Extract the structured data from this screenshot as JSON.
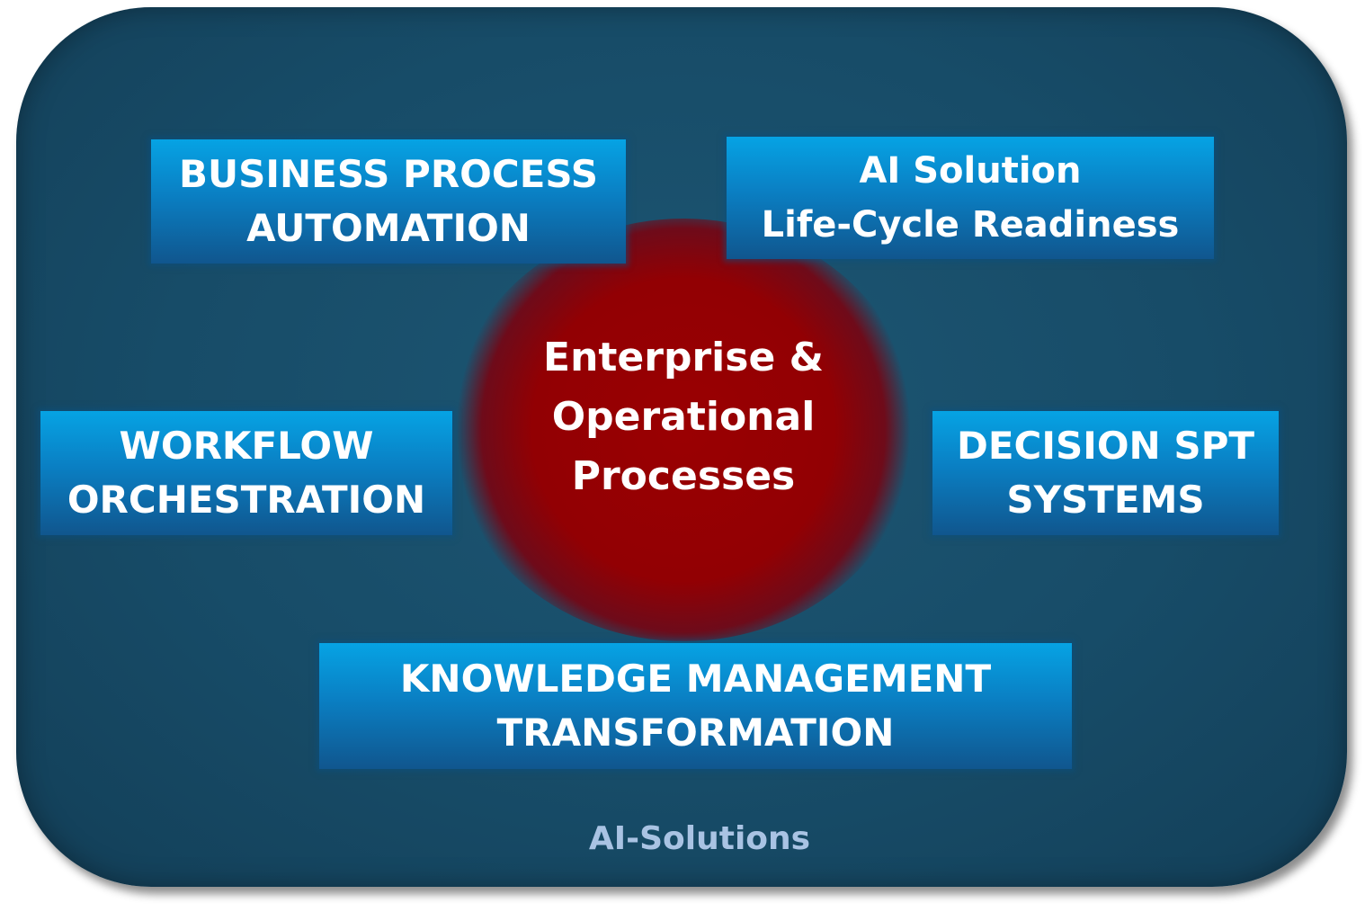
{
  "diagram": {
    "center": "Enterprise &\nOperational\nProcesses",
    "boxes": {
      "business_process": "BUSINESS PROCESS\nAUTOMATION",
      "ai_solution": "AI Solution\nLife-Cycle Readiness",
      "workflow": "WORKFLOW\nORCHESTRATION",
      "decision": "DECISION SPT\nSYSTEMS",
      "knowledge": "KNOWLEDGE MANAGEMENT\nTRANSFORMATION"
    },
    "footer": "AI-Solutions"
  },
  "colors": {
    "panel": "#174c68",
    "core": "#9a0002",
    "box_top": "#06a3e4",
    "box_bottom": "#10568e",
    "footer_text": "#a9c3e3"
  }
}
